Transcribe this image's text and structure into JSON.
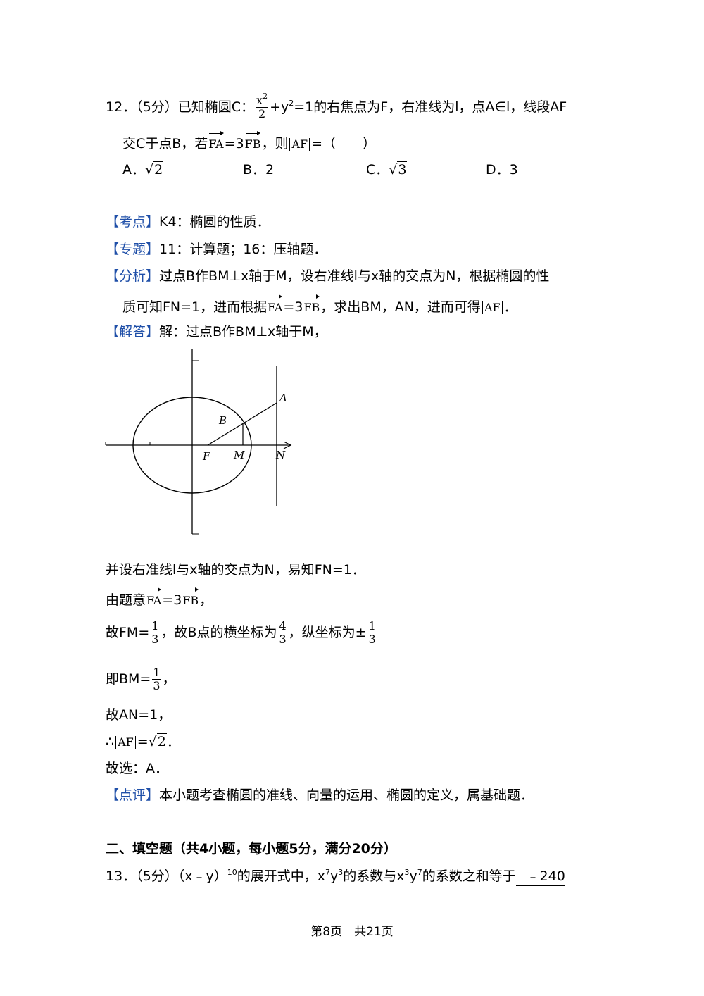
{
  "q12": {
    "number": "12．",
    "score": "（5分）",
    "stem_a": "已知椭圆C：",
    "frac_num": "x",
    "frac_num_exp": "2",
    "frac_den": "2",
    "stem_b": "+y",
    "stem_b_exp": "2",
    "stem_c": "=1的右焦点为F，右准线为l，点A∈l，线段AF",
    "line2_a": "交C于点B，若",
    "vec_fa": "FA",
    "eq3": "=3",
    "vec_fb": "FB",
    "line2_b": "，则",
    "abs_af": "AF",
    "line2_c": "=（　　）",
    "options": [
      {
        "label": "A．",
        "value": "2",
        "sqrt": true
      },
      {
        "label": "B．",
        "value": "2",
        "sqrt": false
      },
      {
        "label": "C．",
        "value": "3",
        "sqrt": true
      },
      {
        "label": "D．",
        "value": "3",
        "sqrt": false
      }
    ]
  },
  "kaodian": {
    "tag": "【考点】",
    "text": "K4：椭圆的性质．"
  },
  "zhuanti": {
    "tag": "【专题】",
    "text": "11：计算题；16：压轴题．"
  },
  "fenxi": {
    "tag": "【分析】",
    "text1": "过点B作BM⊥x轴于M，设右准线l与x轴的交点为N，根据椭圆的性",
    "text2a": "质可知FN=1，进而根据",
    "vec_fa": "FA",
    "eq3": "=3",
    "vec_fb": "FB",
    "text2b": "，求出BM，AN，进而可得",
    "abs_af": "AF",
    "text2c": "．"
  },
  "jieda": {
    "tag": "【解答】",
    "text": "解：过点B作BM⊥x轴于M，"
  },
  "figure": {
    "labels": {
      "A": "A",
      "B": "B",
      "F": "F",
      "M": "M",
      "N": "N"
    }
  },
  "solution": {
    "l1": "并设右准线l与x轴的交点为N，易知FN=1．",
    "l2a": "由题意",
    "vec_fa": "FA",
    "eq3": "=3",
    "vec_fb": "FB",
    "l2b": "，",
    "l3a": "故FM=",
    "f1n": "1",
    "f1d": "3",
    "l3b": "，故B点的横坐标为",
    "f2n": "4",
    "f2d": "3",
    "l3c": "，纵坐标为±",
    "f3n": "1",
    "f3d": "3",
    "l4a": "即BM=",
    "f4n": "1",
    "f4d": "3",
    "l4b": "，",
    "l5": "故AN=1，",
    "l6a": "∴",
    "abs_af": "AF",
    "l6b": "=",
    "sqrt_val": "2",
    "l6c": "．",
    "l7": "故选：A．"
  },
  "dianping": {
    "tag": "【点评】",
    "text": "本小题考查椭圆的准线、向量的运用、椭圆的定义，属基础题．"
  },
  "section2": {
    "title": "二、填空题（共4小题，每小题5分，满分20分）"
  },
  "q13": {
    "number": "13．",
    "score": "（5分）",
    "a": "（x﹣y）",
    "exp10": "10",
    "b": "的展开式中，x",
    "e1": "7",
    "c": "y",
    "e2": "3",
    "d": "的系数与x",
    "e3": "3",
    "e": "y",
    "e4": "7",
    "f": "的系数之和等于",
    "answer": "﹣240"
  },
  "footer": {
    "text": "第8页｜共21页"
  }
}
